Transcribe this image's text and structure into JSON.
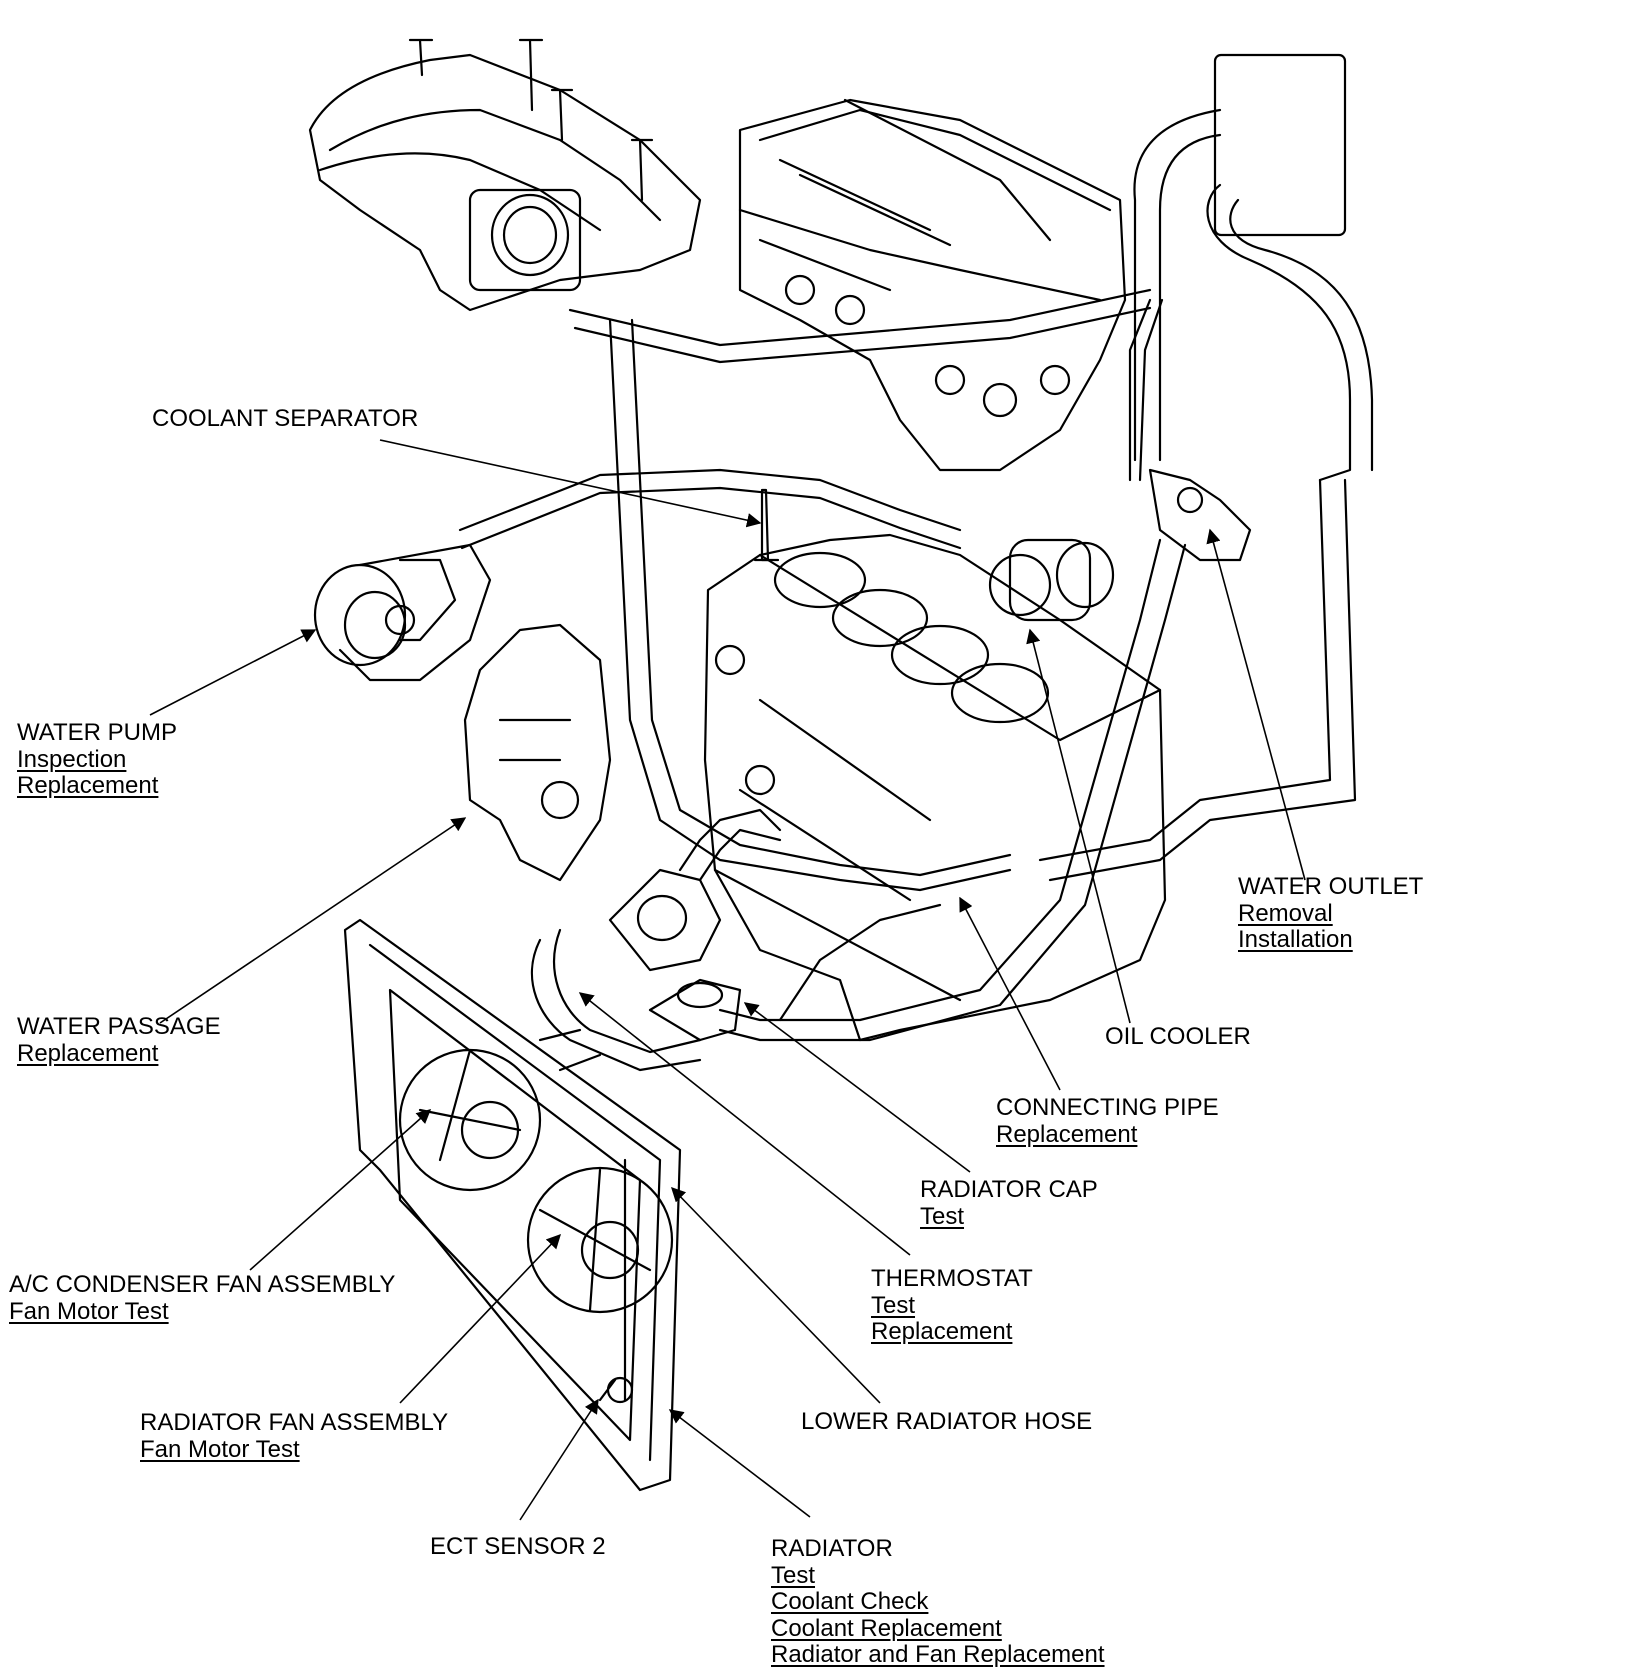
{
  "callouts": {
    "coolant_separator": {
      "title": "COOLANT SEPARATOR"
    },
    "water_pump": {
      "title": "WATER PUMP",
      "links": [
        "Inspection",
        "Replacement"
      ]
    },
    "water_passage": {
      "title": "WATER PASSAGE",
      "links": [
        "Replacement"
      ]
    },
    "ac_condenser_fan": {
      "title": "A/C CONDENSER FAN ASSEMBLY",
      "links": [
        "Fan Motor Test"
      ]
    },
    "radiator_fan": {
      "title": "RADIATOR FAN ASSEMBLY",
      "links": [
        "Fan Motor Test"
      ]
    },
    "ect_sensor_2": {
      "title": "ECT SENSOR 2"
    },
    "radiator": {
      "title": "RADIATOR",
      "links": [
        "Test",
        "Coolant Check",
        "Coolant Replacement",
        "Radiator and Fan Replacement"
      ]
    },
    "lower_radiator_hose": {
      "title": "LOWER RADIATOR HOSE"
    },
    "thermostat": {
      "title": "THERMOSTAT",
      "links": [
        "Test",
        "Replacement"
      ]
    },
    "radiator_cap": {
      "title": "RADIATOR CAP",
      "links": [
        "Test"
      ]
    },
    "connecting_pipe": {
      "title": "CONNECTING PIPE",
      "links": [
        "Replacement"
      ]
    },
    "oil_cooler": {
      "title": "OIL COOLER"
    },
    "water_outlet": {
      "title": "WATER OUTLET",
      "links": [
        "Removal",
        "Installation"
      ]
    }
  }
}
